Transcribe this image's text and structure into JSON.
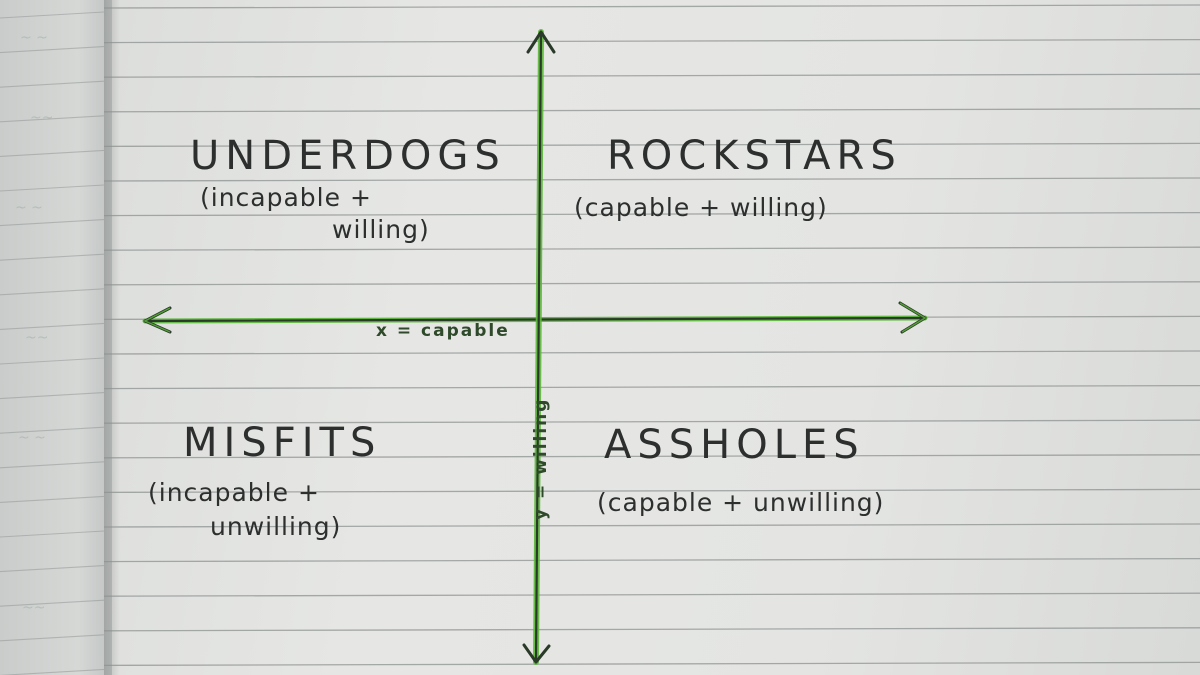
{
  "quadrants": {
    "top_left": {
      "title": "UNDERDOGS",
      "sub_line1": "(incapable +",
      "sub_line2": "willing)"
    },
    "top_right": {
      "title": "ROCKSTARS",
      "sub_line1": "(capable + willing)"
    },
    "bottom_left": {
      "title": "MISFITS",
      "sub_line1": "(incapable +",
      "sub_line2": "unwilling)"
    },
    "bottom_right": {
      "title": "ASSHOLES",
      "sub_line1": "(capable + unwilling)"
    }
  },
  "axes": {
    "x_label": "x = capable",
    "y_label": "y = willing"
  },
  "colors": {
    "ink": "#2c2f2e",
    "highlighter": "#5cb83a",
    "rule_line": "#8d9290"
  }
}
